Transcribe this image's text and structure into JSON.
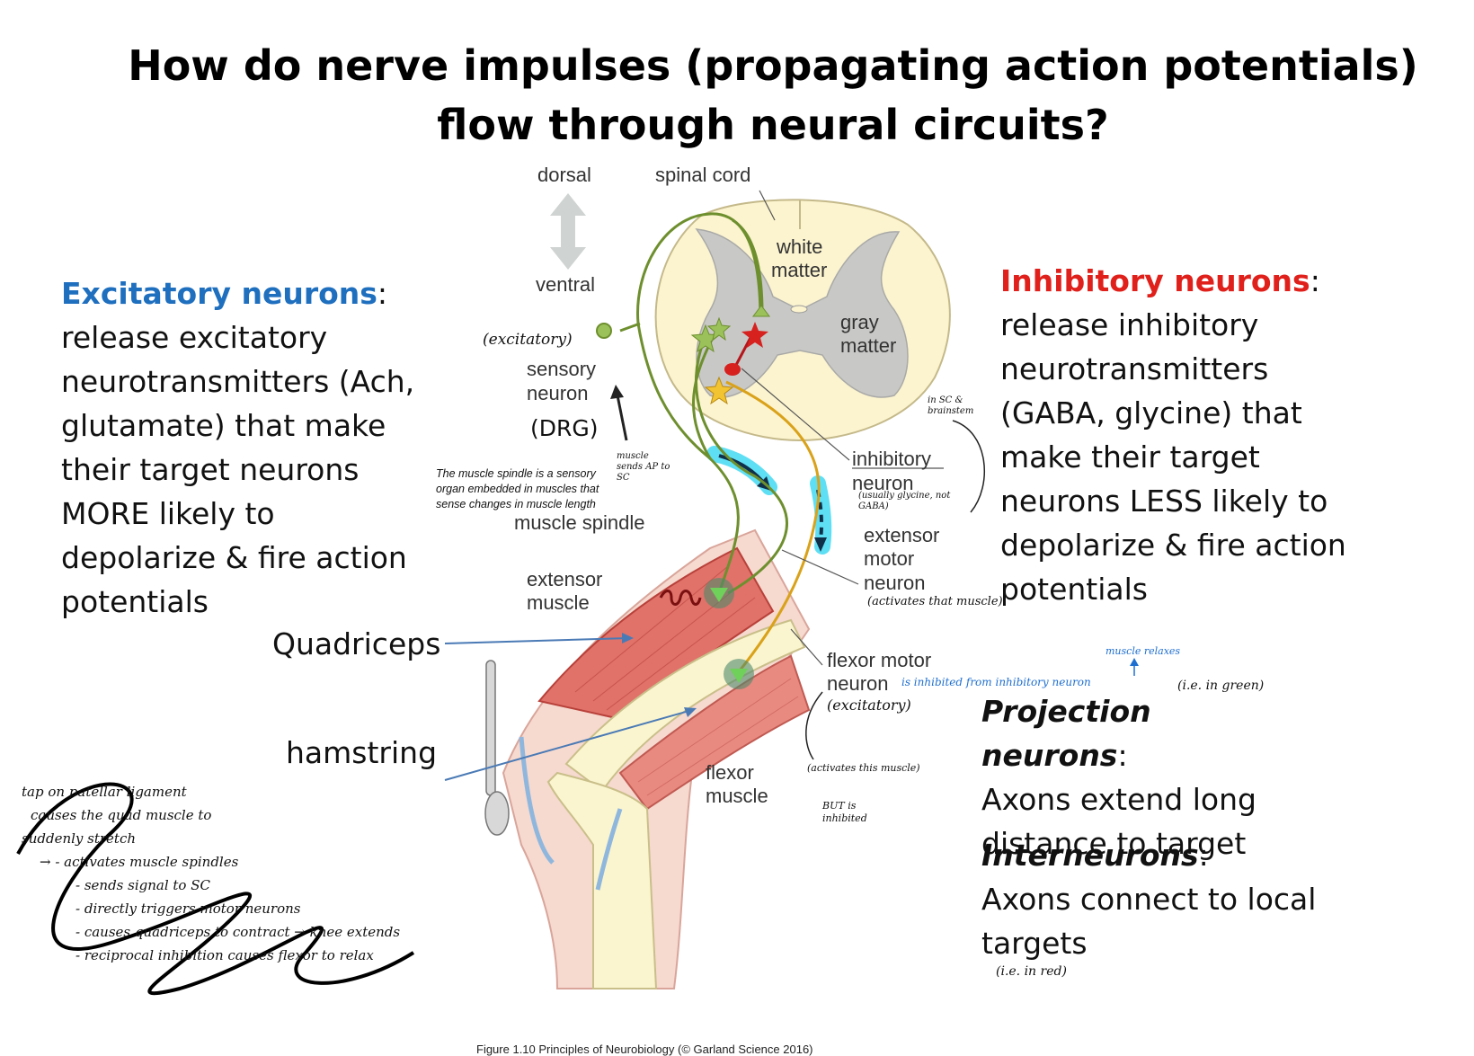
{
  "title": "How do nerve impulses (propagating action potentials) flow through neural circuits?",
  "excitatory": {
    "heading": "Excitatory neurons",
    "colon": ":",
    "body": "release excitatory neurotransmitters (Ach, glutamate) that make their target neurons MORE likely to depolarize & fire action potentials"
  },
  "inhibitory": {
    "heading": "Inhibitory neurons",
    "colon": ":",
    "body": "release inhibitory neurotransmitters (GABA, glycine) that make their target neurons LESS likely to depolarize & fire action potentials"
  },
  "projection": {
    "heading": "Projection neurons",
    "colon": ":",
    "body": "Axons extend long distance to target"
  },
  "interneurons": {
    "heading": "Interneurons",
    "colon": ":",
    "body": "Axons connect to local targets"
  },
  "labels": {
    "dorsal": "dorsal",
    "ventral": "ventral",
    "spinal_cord": "spinal cord",
    "white_matter_1": "white",
    "white_matter_2": "matter",
    "gray_matter_1": "gray",
    "gray_matter_2": "matter",
    "sensory_1": "sensory",
    "sensory_2": "neuron",
    "drg": "(DRG)",
    "inhibitory_1": "inhibitory",
    "inhibitory_2": "neuron",
    "extensor_motor_1": "extensor",
    "extensor_motor_2": "motor",
    "extensor_motor_3": "neuron",
    "muscle_spindle": "muscle spindle",
    "extensor_muscle_1": "extensor",
    "extensor_muscle_2": "muscle",
    "flexor_motor_1": "flexor motor",
    "flexor_motor_2": "neuron",
    "flexor_muscle_1": "flexor",
    "flexor_muscle_2": "muscle",
    "quadriceps": "Quadriceps",
    "hamstring": "hamstring"
  },
  "spindle_note": "The muscle spindle is a sensory organ embedded in muscles that sense changes in muscle length",
  "handwritten": {
    "excitatory_tag": "(excitatory)",
    "muscle_sends": "muscle sends AP to SC",
    "in_sc_brainstem": "in SC & brainstem",
    "usually_glycine": "(usually glycine, not GABA)",
    "activates_that_muscle": "(activates that muscle)",
    "flexor_excitatory": "(excitatory)",
    "activates_this_muscle": "(activates this muscle)",
    "but_inhibited": "BUT is inhibited",
    "is_inhibited": "is inhibited from inhibitory neuron",
    "muscle_relaxes": "muscle relaxes",
    "ie_green": "(i.e. in green)",
    "ie_red": "(i.e. in red)",
    "notes": [
      "tap on patellar ligament",
      "causes the quad muscle to",
      "suddenly stretch",
      "→ - activates muscle spindles",
      "- sends signal to SC",
      "- directly triggers motor neurons",
      "- causes quadriceps to contract → knee extends",
      "- reciprocal inhibition causes flexor to relax"
    ]
  },
  "figure_caption": "Figure 1.10 Principles of Neurobiology (© Garland Science 2016)",
  "colors": {
    "excitatory_blue": "#1f6fbf",
    "inhibitory_red": "#e0201b",
    "sensory_green": "#6e8f2e",
    "motor_yellow": "#d9a21a",
    "highlight_cyan": "#2ad4f0"
  }
}
